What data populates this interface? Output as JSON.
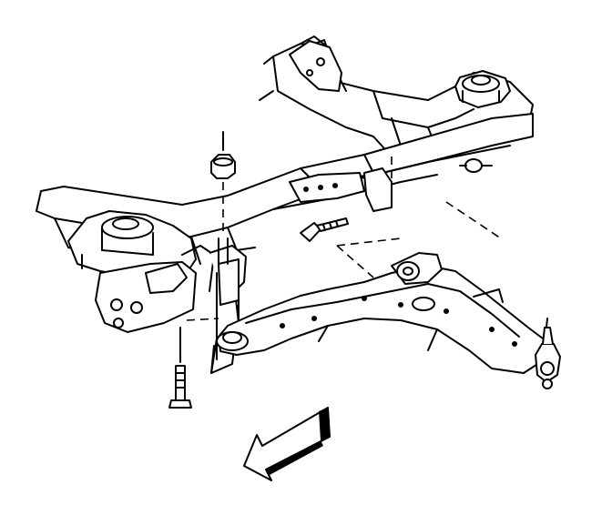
{
  "diagram": {
    "components": [
      "crossmember",
      "frame-mount-left",
      "frame-mount-right",
      "lower-control-arm",
      "ball-joint",
      "bushing-bracket",
      "flange-nut",
      "pivot-bolt",
      "bracket-bolt",
      "front-direction-arrow"
    ],
    "arrow_direction": "front",
    "line_color": "#000000",
    "background": "#ffffff"
  }
}
